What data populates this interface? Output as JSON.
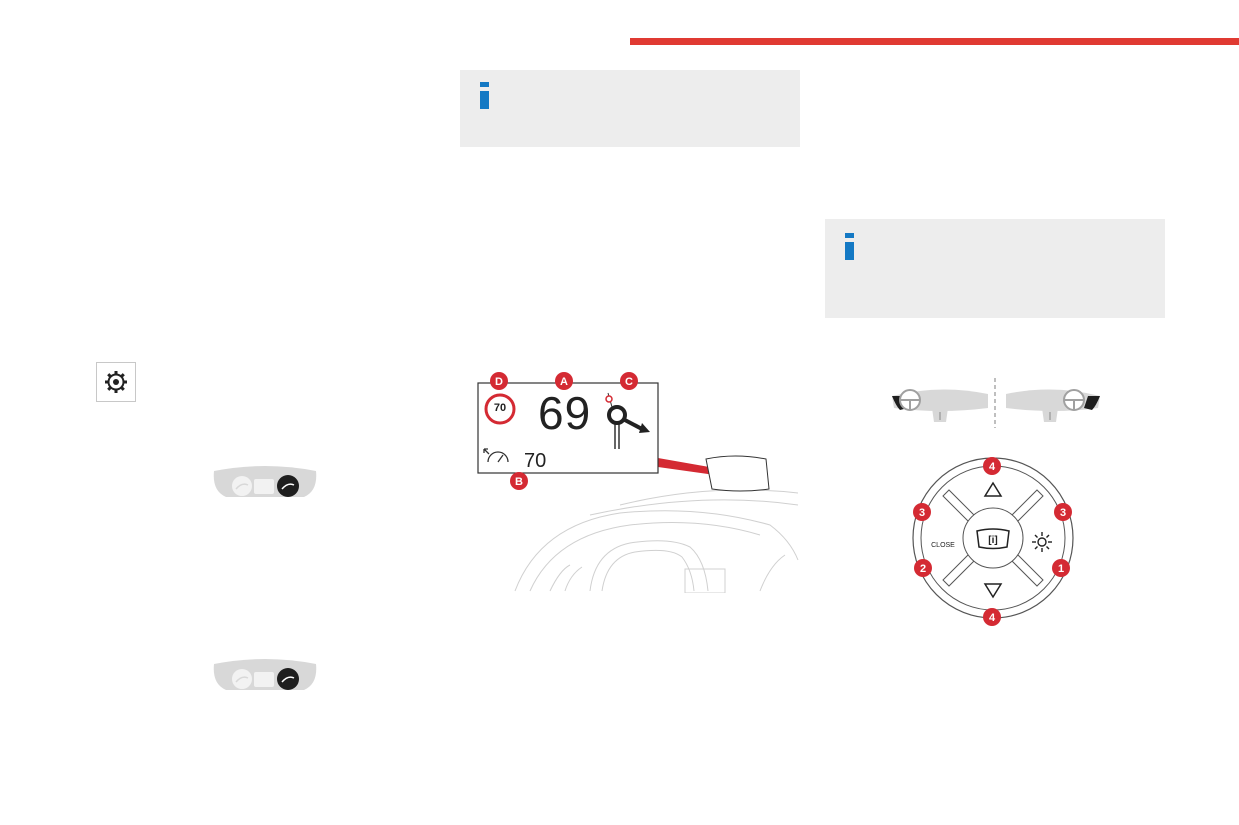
{
  "info_boxes": [
    {
      "icon": "info-icon"
    },
    {
      "icon": "info-icon"
    }
  ],
  "icons": {
    "settings": "settings-gear-icon",
    "cluster": "instrument-cluster-icon"
  },
  "hud_diagram": {
    "current_speed": "69",
    "speed_limit": "70",
    "cruise_speed": "70",
    "labels": [
      "D",
      "A",
      "C",
      "B"
    ]
  },
  "control_pad": {
    "close_label": "CLOSE",
    "center_icon": "head-up-display-icon",
    "badges": [
      "4",
      "3",
      "3",
      "2",
      "1",
      "4"
    ]
  },
  "colors": {
    "accent_red": "#e03a32",
    "info_blue": "#1479c4",
    "badge_red": "#d42a33",
    "panel_grey": "#ededed"
  }
}
